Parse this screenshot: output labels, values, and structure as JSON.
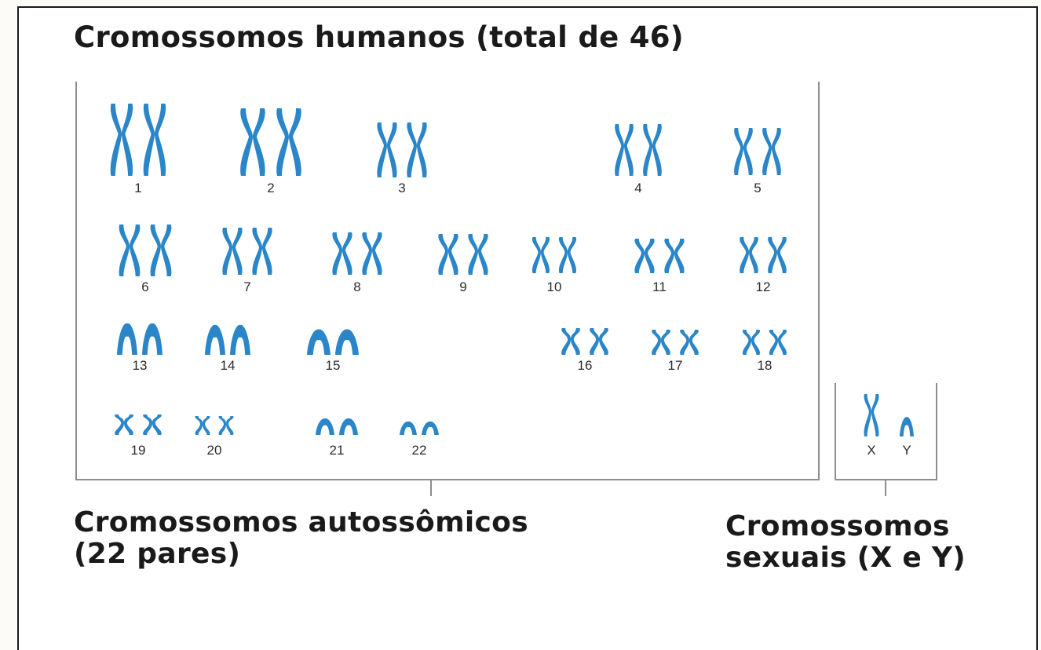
{
  "title": "Cromossomos humanos (total de 46)",
  "autosomal_caption": {
    "line1": "Cromossomos autossômicos",
    "line2": "(22 pares)"
  },
  "sex_caption": {
    "line1": "Cromossomos",
    "line2": "sexuais (X e Y)"
  },
  "colors": {
    "chromosome": "#2a86c8",
    "bracket": "#8d8d8d",
    "text": "#1a1a1a"
  },
  "autosomes": [
    "1",
    "2",
    "3",
    "4",
    "5",
    "6",
    "7",
    "8",
    "9",
    "10",
    "11",
    "12",
    "13",
    "14",
    "15",
    "16",
    "17",
    "18",
    "19",
    "20",
    "21",
    "22"
  ],
  "sex_chromosomes": [
    "X",
    "Y"
  ]
}
